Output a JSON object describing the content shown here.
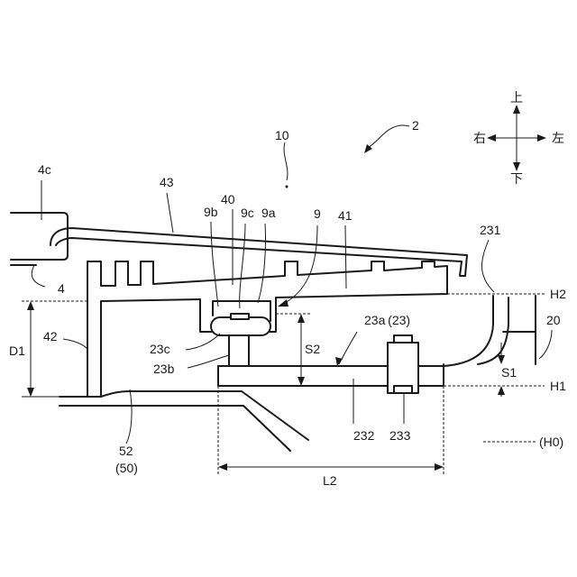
{
  "labels": {
    "ref_2": "2",
    "ref_10": "10",
    "ref_4c": "4c",
    "ref_4": "4",
    "ref_43": "43",
    "ref_9b": "9b",
    "ref_40": "40",
    "ref_9c": "9c",
    "ref_9a": "9a",
    "ref_9": "9",
    "ref_41": "41",
    "ref_231": "231",
    "ref_H2": "H2",
    "ref_20": "20",
    "ref_D1": "D1",
    "ref_42": "42",
    "ref_23c": "23c",
    "ref_23b": "23b",
    "ref_S2": "S2",
    "ref_23a": "23a (23)",
    "ref_S1": "S1",
    "ref_H1": "H1",
    "ref_232": "232",
    "ref_233": "233",
    "ref_H0": "(H0)",
    "ref_52": "52",
    "ref_50": "(50)",
    "ref_L2": "L2"
  },
  "directions": {
    "up": "上",
    "down": "下",
    "left": "左",
    "right": "右"
  }
}
